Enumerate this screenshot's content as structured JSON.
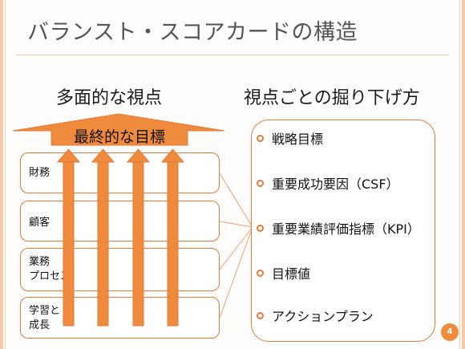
{
  "slide": {
    "title": "バランスト・スコアカードの構造",
    "page_number": "4"
  },
  "left": {
    "heading": "多面的な視点",
    "goal_label": "最終的な目標",
    "layers": [
      {
        "label": "財務"
      },
      {
        "label": "顧客"
      },
      {
        "label": "業務\nプロセス"
      },
      {
        "label": "学習と\n成長"
      }
    ]
  },
  "right": {
    "heading": "視点ごとの掘り下げ方",
    "items": [
      {
        "label": "戦略目標"
      },
      {
        "label": "重要成功要因（CSF）"
      },
      {
        "label": "重要業績評価指標（KPI）"
      },
      {
        "label": "目標値"
      },
      {
        "label": "アクションプラン"
      }
    ]
  },
  "colors": {
    "accent": "#f08a3c",
    "border": "#e07b39",
    "stripe": "#f4c9a7"
  }
}
